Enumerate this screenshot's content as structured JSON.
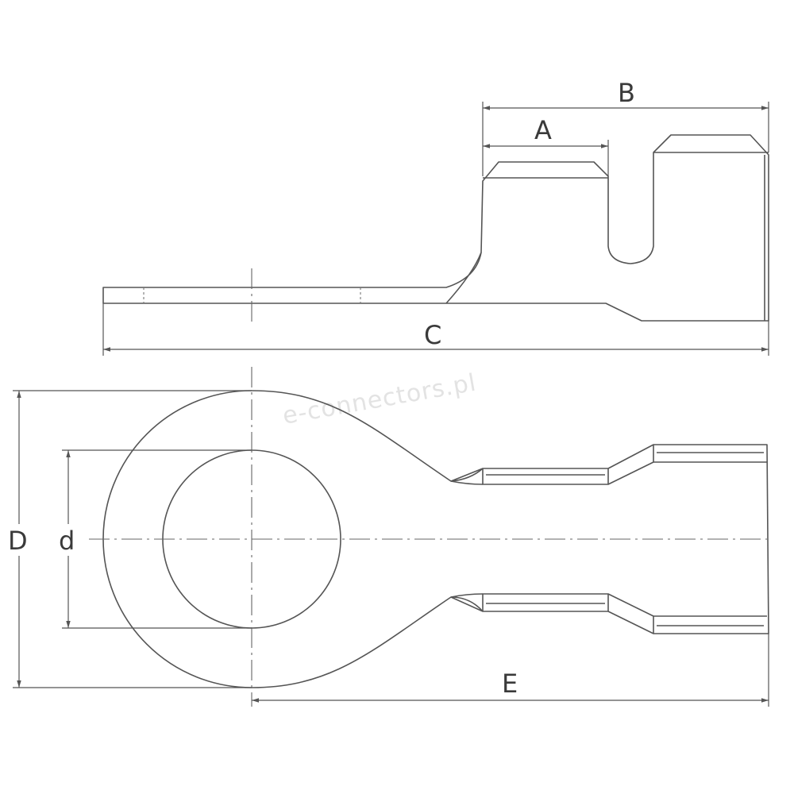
{
  "watermark": "e-connectors.pl",
  "dimensions": {
    "A": "A",
    "B": "B",
    "C": "C",
    "D": "D",
    "d": "d",
    "E": "E"
  }
}
